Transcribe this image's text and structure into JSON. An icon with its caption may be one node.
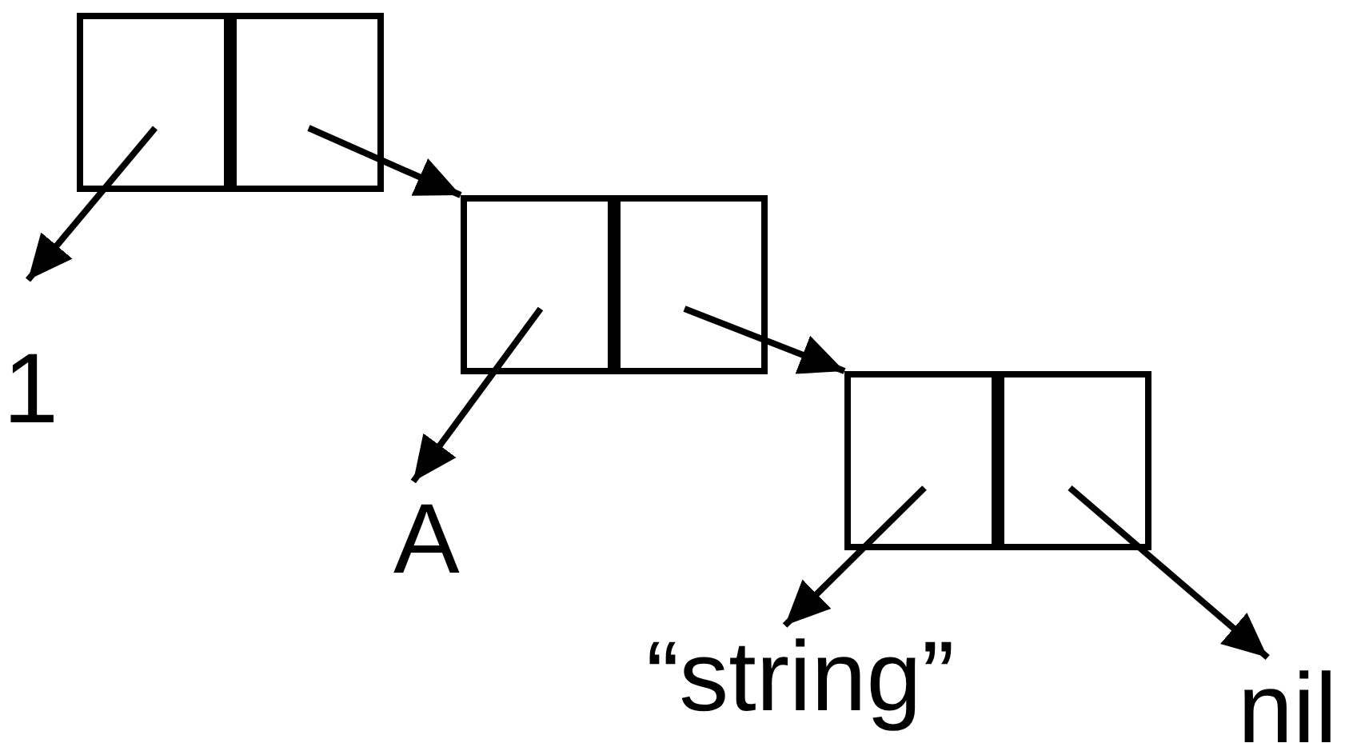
{
  "diagram": {
    "nodes": [
      {
        "text": [],
        "shape": "box"
      },
      {
        "text": [],
        "shape": "box",
        "in": 0
      },
      {
        "text": [],
        "shape": "box",
        "in": 0
      },
      {
        "text": [],
        "shape": "box"
      },
      {
        "text": [],
        "shape": "box",
        "in": 3
      },
      {
        "text": [],
        "shape": "box",
        "in": 3
      },
      {
        "text": [],
        "shape": "box"
      },
      {
        "text": [],
        "shape": "box",
        "in": 6
      },
      {
        "text": [],
        "shape": "box",
        "in": 6
      },
      {
        "text": [
          "1"
        ]
      },
      {
        "text": [
          "A"
        ]
      },
      {
        "text": [
          "“string”"
        ]
      },
      {
        "text": [
          "nil"
        ]
      }
    ],
    "edges": [
      {
        "from": 1,
        "to": 9,
        "arrow": "to"
      },
      {
        "from": 2,
        "to": 3,
        "arrow": "to"
      },
      {
        "from": 4,
        "to": 10,
        "arrow": "to"
      },
      {
        "from": 5,
        "to": 6,
        "arrow": "to"
      },
      {
        "from": 7,
        "to": 11,
        "arrow": "to"
      },
      {
        "from": 8,
        "to": 12,
        "arrow": "to"
      }
    ]
  }
}
